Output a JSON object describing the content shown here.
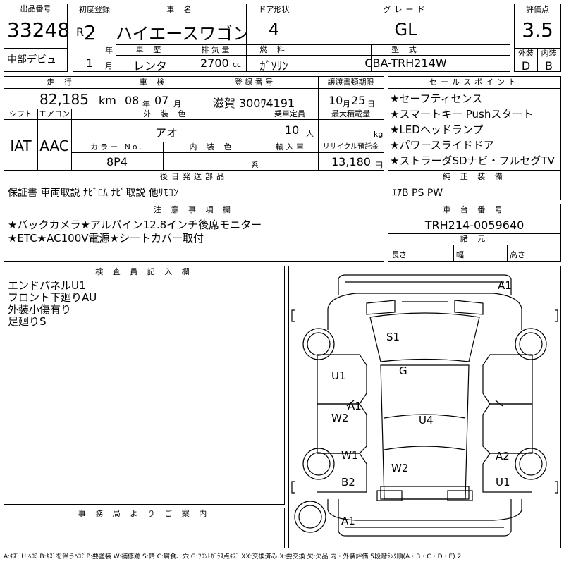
{
  "header": {
    "lot_number": {
      "label": "出品番号",
      "value": "33248",
      "venue": "中部デビュ"
    },
    "first_registration": {
      "label": "初度登録",
      "era": "R",
      "year": "2",
      "year_unit": "年",
      "month": "1",
      "month_unit": "月"
    },
    "car_name": {
      "label": "車 名",
      "value": "ハイエースワゴン"
    },
    "door_type": {
      "label": "ドア形状",
      "value": "4"
    },
    "grade": {
      "label": "グレード",
      "value": "GL"
    },
    "score": {
      "label": "評価点",
      "value": "3.5",
      "exterior_label": "外装",
      "exterior": "D",
      "interior_label": "内装",
      "interior": "B"
    },
    "history": {
      "label": "車 歴",
      "value": "レンタ"
    },
    "displacement": {
      "label": "排 気 量",
      "value": "2700",
      "unit": "cc"
    },
    "fuel": {
      "label": "燃 料",
      "value": "ｶﾞｿﾘﾝ"
    },
    "model_code": {
      "label": "型 式",
      "value": "CBA-TRH214W"
    }
  },
  "row2": {
    "mileage": {
      "label": "走 行",
      "value": "82,185",
      "unit": "km"
    },
    "inspection": {
      "label": "車 検",
      "year": "08",
      "year_unit": "年",
      "month": "07",
      "month_unit": "月"
    },
    "registration_no": {
      "label": "登 録 番 号",
      "value": "滋賀 300ﾜ4191"
    },
    "transfer_deadline": {
      "label": "譲渡書類期限",
      "month": "10",
      "month_unit": "月",
      "day": "25",
      "day_unit": "日"
    }
  },
  "row3": {
    "shift": {
      "label": "シフト",
      "value": "IAT"
    },
    "aircon": {
      "label": "エアコン",
      "value": "AAC"
    },
    "exterior_color": {
      "label": "外 装 色",
      "value": "アオ"
    },
    "capacity": {
      "label": "乗車定員",
      "value": "10",
      "unit": "人"
    },
    "max_load": {
      "label": "最大積載量",
      "value": "",
      "unit": "kg"
    },
    "color_no": {
      "label": "カラー No.",
      "value": "8P4"
    },
    "interior_color": {
      "label": "内 装 色",
      "value": "",
      "unit": "系"
    },
    "import": {
      "label": "輸 入 車",
      "value": ""
    },
    "recycle_fee": {
      "label": "リサイクル預託金",
      "value": "13,180",
      "unit": "円"
    }
  },
  "sales_points": {
    "label": "セールスポイント",
    "items": [
      "★セーフティセンス",
      "★スマートキー Pushスタート",
      "★LEDヘッドランプ",
      "★パワースライドドア",
      "★ストラーダSDナビ・フルセグTV"
    ]
  },
  "standard_equipment": {
    "label": "純 正 装 備",
    "value": "ｴｱB PS PW"
  },
  "later_parts": {
    "label": "後日発送部品",
    "value": "保証書 車両取説 ﾅﾋﾞﾛﾑ ﾅﾋﾞ取説 他ﾘﾓｺﾝ"
  },
  "caution": {
    "label": "注 意 事 項 欄",
    "lines": [
      "★バックカメラ★アルパイン12.8インチ後席モニター",
      "★ETC★AC100V電源★シートカバー取付"
    ]
  },
  "chassis": {
    "label": "車 台 番 号",
    "value": "TRH214-0059640"
  },
  "dimensions": {
    "label": "諸 元",
    "length": "長さ",
    "width": "幅",
    "height": "高さ"
  },
  "inspector": {
    "label": "検 査 員 記 入 欄",
    "lines": [
      "エンドパネルU1",
      "フロント下廻りAU",
      "外装小傷有り",
      "足廻りS"
    ]
  },
  "office": {
    "label": "事 務 局 よ り ご 案 内",
    "value": ""
  },
  "diagram_marks": [
    "A1",
    "S1",
    "G",
    "U1",
    "A1",
    "W2",
    "U4",
    "W1",
    "W2",
    "A2",
    "B2",
    "U1",
    "A1"
  ],
  "footer": {
    "legend": "A:ｷｽﾞ U:ﾍｺﾐ B:ｷｽﾞを伴うﾍｺﾐ P:要塗装 W:補修跡 S:錆 C:腐食、穴 G:ﾌﾛﾝﾄｶﾞﾗｽ点ｷｽﾞ XX:交換済み X:要交換 欠:欠品 内・外装評価 5段階ﾗﾝｸ順(A・B・C・D・E) 2"
  }
}
